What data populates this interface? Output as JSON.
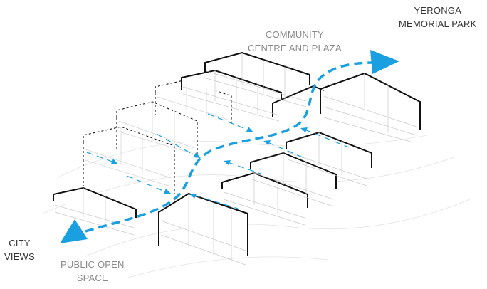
{
  "labels": {
    "yeronga": {
      "line1": "YERONGA",
      "line2": "MEMORIAL PARK"
    },
    "community": {
      "line1": "COMMUNITY",
      "line2": "CENTRE AND PLAZA"
    },
    "city_views": {
      "line1": "CITY",
      "line2": "VIEWS"
    },
    "public_open_space": {
      "line1": "PUBLIC OPEN",
      "line2": "SPACE"
    }
  },
  "colors": {
    "path": "#1aa0e0",
    "building_outline": "#111111",
    "building_detail": "#c8c8c8",
    "label_dark": "#333333",
    "label_grey": "#8a8a8a"
  }
}
